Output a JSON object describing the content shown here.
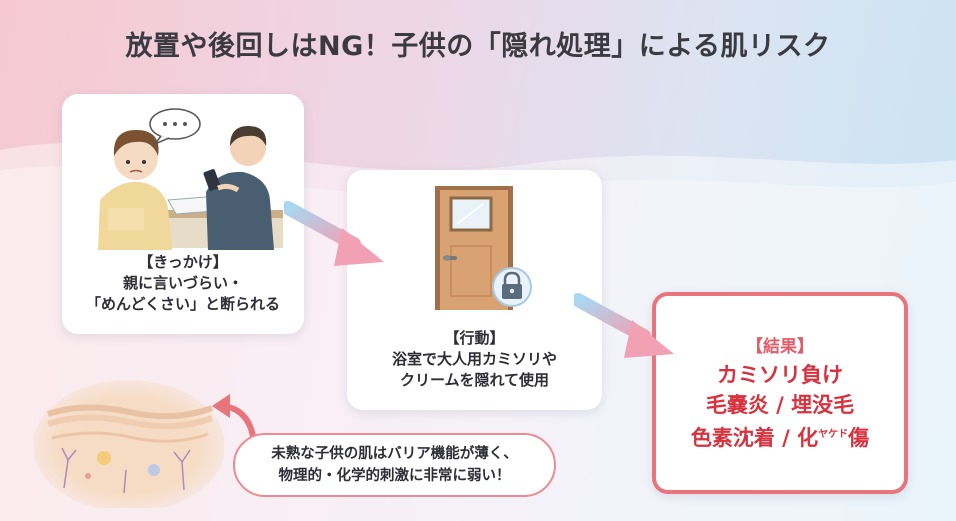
{
  "title": "放置や後回しはNG！子供の「隠れ処理」による肌リスク",
  "trigger": {
    "heading": "【きっかけ】",
    "lines": [
      "親に言いづらい・",
      "「めんどくさい」と断られる"
    ]
  },
  "action": {
    "heading": "【行動】",
    "lines": [
      "浴室で大人用カミソリや",
      "クリームを隠れて使用"
    ]
  },
  "result": {
    "heading": "【結果】",
    "line1": "カミソリ負け",
    "line2": "毛嚢炎 / 埋没毛",
    "line3_main": "色素沈着 / 化",
    "line3_furigana": "ヤケド",
    "line3_end": "傷"
  },
  "note": {
    "lines": [
      "未熟な子供の肌はバリア機能が薄く、",
      "物理的・化学的刺激に非常に弱い！"
    ]
  },
  "icons": {
    "speech": "speech-bubble-icon",
    "lock": "lock-icon"
  },
  "colors": {
    "accent_red": "#e8747c",
    "result_text": "#d8323f",
    "arrow_pink": "#f2a0b4",
    "arrow_blue": "#a8d8f0"
  }
}
